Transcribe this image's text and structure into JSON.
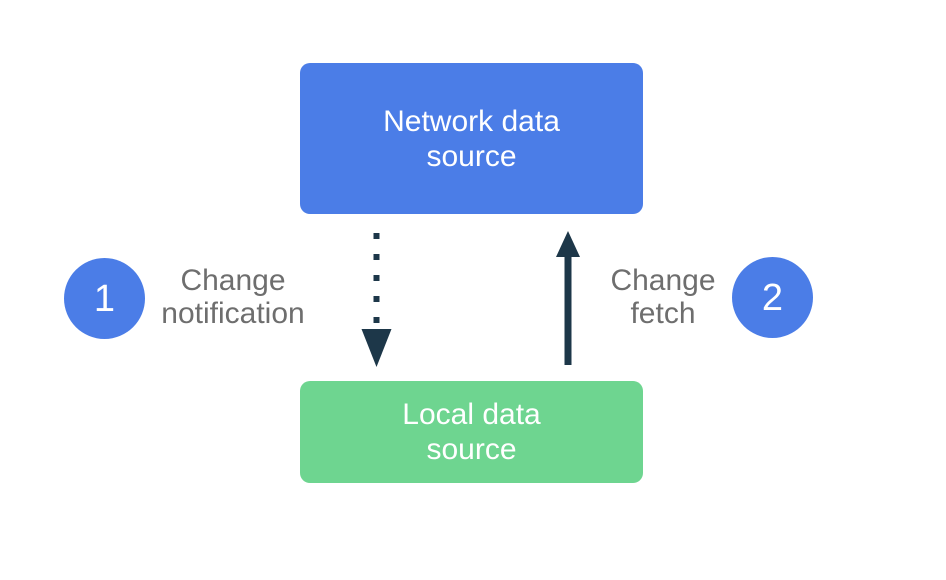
{
  "colors": {
    "background": "#ffffff",
    "box-blue": "#4b7de7",
    "box-green": "#6ed590",
    "arrow": "#1d3749",
    "label-gray": "#6e6e6e",
    "text-white": "#ffffff"
  },
  "diagram": {
    "network_box": {
      "label": "Network data\nsource"
    },
    "local_box": {
      "label": "Local data\nsource"
    },
    "step1": {
      "number": "1",
      "label": "Change\nnotification"
    },
    "step2": {
      "number": "2",
      "label": "Change\nfetch"
    },
    "icons": {
      "down_arrow": "dotted-down-arrow-icon",
      "up_arrow": "solid-up-arrow-icon"
    }
  }
}
